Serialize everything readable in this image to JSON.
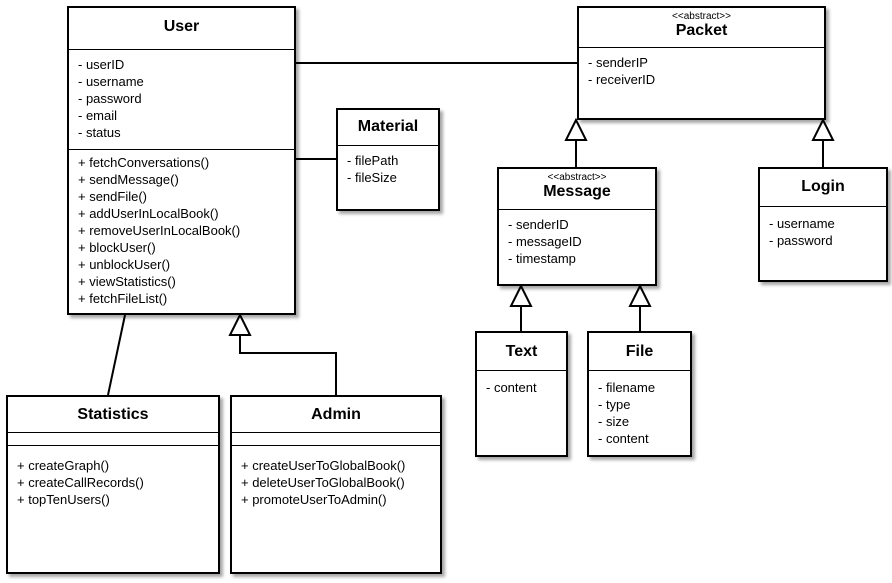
{
  "classes": {
    "user": {
      "name": "User",
      "attributes": [
        "- userID",
        "- username",
        "- password",
        "- email",
        "- status"
      ],
      "methods": [
        "+ fetchConversations()",
        "+ sendMessage()",
        "+ sendFile()",
        "+ addUserInLocalBook()",
        "+ removeUserInLocalBook()",
        "+ blockUser()",
        "+ unblockUser()",
        "+ viewStatistics()",
        "+ fetchFileList()"
      ]
    },
    "material": {
      "name": "Material",
      "attributes": [
        "- filePath",
        "- fileSize"
      ]
    },
    "packet": {
      "stereotype": "<<abstract>>",
      "name": "Packet",
      "attributes": [
        "- senderIP",
        "- receiverID"
      ]
    },
    "message": {
      "stereotype": "<<abstract>>",
      "name": "Message",
      "attributes": [
        "- senderID",
        "- messageID",
        "- timestamp"
      ]
    },
    "login": {
      "name": "Login",
      "attributes": [
        "- username",
        "- password"
      ]
    },
    "text": {
      "name": "Text",
      "attributes": [
        "- content"
      ]
    },
    "file": {
      "name": "File",
      "attributes": [
        "- filename",
        "- type",
        "- size",
        "- content"
      ]
    },
    "statistics": {
      "name": "Statistics",
      "attributes": [],
      "methods": [
        "+ createGraph()",
        "+ createCallRecords()",
        "+ topTenUsers()"
      ]
    },
    "admin": {
      "name": "Admin",
      "attributes": [],
      "methods": [
        "+ createUserToGlobalBook()",
        "+ deleteUserToGlobalBook()",
        "+ promoteUserToAdmin()"
      ]
    }
  }
}
